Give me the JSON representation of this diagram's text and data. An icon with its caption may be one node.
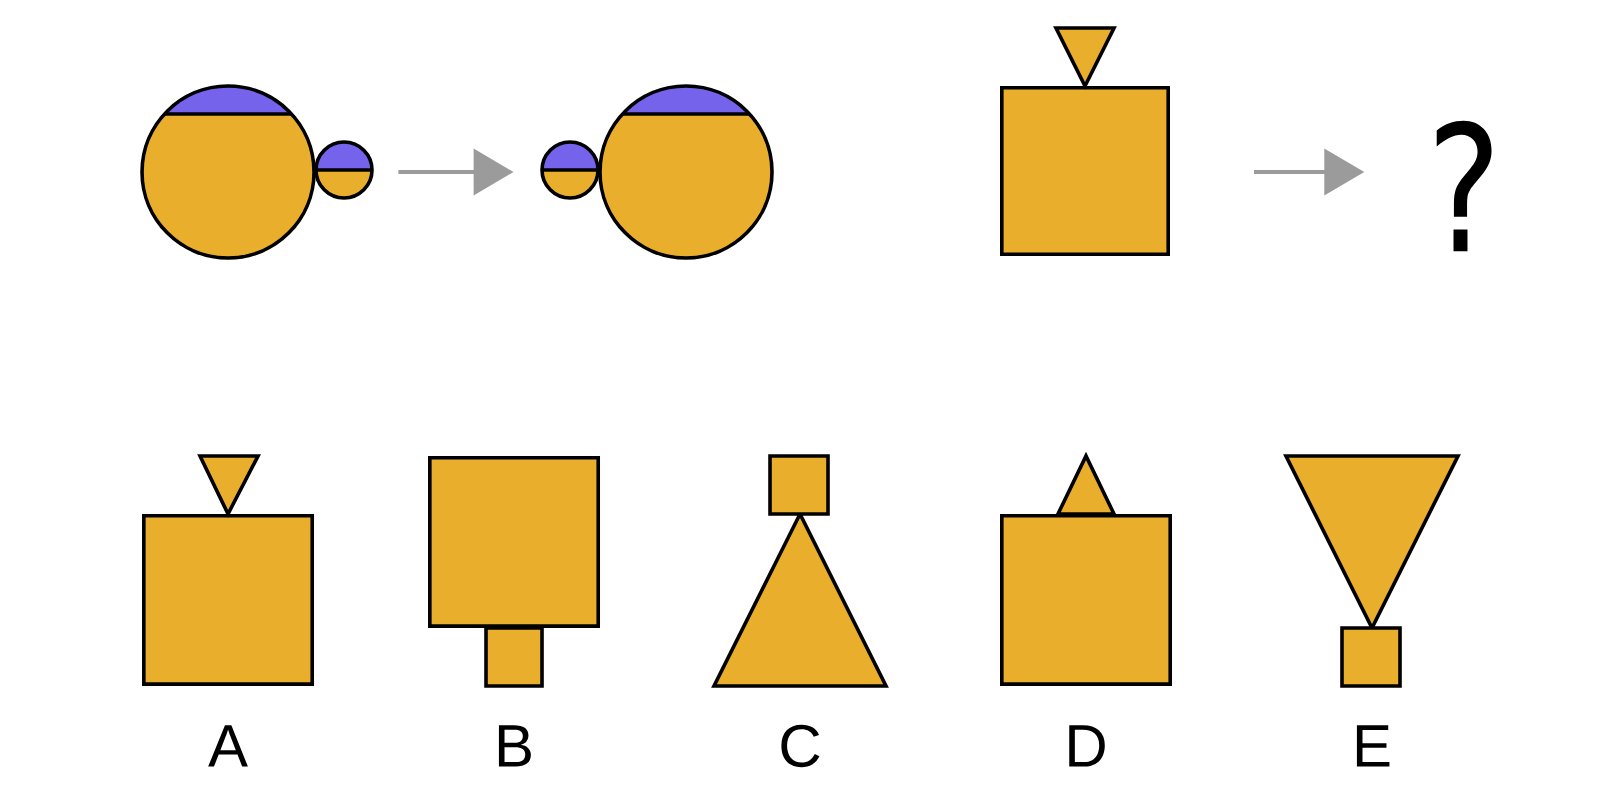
{
  "diagram": {
    "nodes": [
      {
        "text": [],
        "shape": "picture"
      },
      {
        "text": [],
        "shape": "picture"
      },
      {
        "text": [],
        "shape": "box"
      },
      {
        "text": [
          "?"
        ]
      },
      {
        "text": [],
        "shape": "box",
        "beside": [
          "A"
        ]
      },
      {
        "text": [],
        "shape": "box",
        "beside": [
          "B"
        ]
      },
      {
        "text": [],
        "shape": "picture",
        "beside": [
          "C"
        ]
      },
      {
        "text": [],
        "shape": "box",
        "beside": [
          "D"
        ]
      },
      {
        "text": [],
        "shape": "picture",
        "beside": [
          "E"
        ]
      }
    ],
    "edges": [
      {
        "from": 0,
        "to": 1,
        "arrow": "to"
      },
      {
        "from": 2,
        "to": 3,
        "arrow": "to"
      }
    ]
  }
}
